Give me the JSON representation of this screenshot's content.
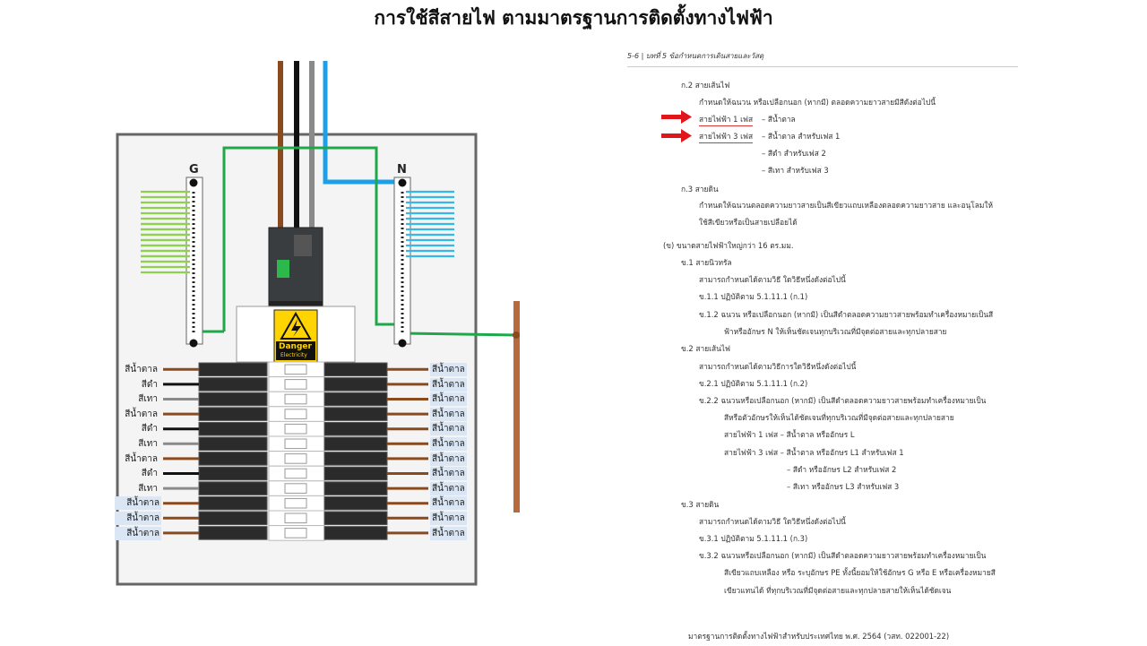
{
  "title": "การใช้สีสายไฟ ตามมาตรฐานการติดตั้งทางไฟฟ้า",
  "diagram": {
    "ground_bar_label": "G",
    "neutral_bar_label": "N",
    "warning_sign": {
      "top": "Danger",
      "bottom": "Electricity"
    },
    "left_wire_labels": [
      "สีน้ำตาล",
      "สีดำ",
      "สีเทา",
      "สีน้ำตาล",
      "สีดำ",
      "สีเทา",
      "สีน้ำตาล",
      "สีดำ",
      "สีเทา",
      "สีน้ำตาล",
      "สีน้ำตาล",
      "สีน้ำตาล"
    ],
    "right_wire_labels": [
      "สีน้ำตาล",
      "สีน้ำตาล",
      "สีน้ำตาล",
      "สีน้ำตาล",
      "สีน้ำตาล",
      "สีน้ำตาล",
      "สีน้ำตาล",
      "สีน้ำตาล",
      "สีน้ำตาล",
      "สีน้ำตาล",
      "สีน้ำตาล",
      "สีน้ำตาล"
    ],
    "colors": {
      "brown": "#8a4a1e",
      "black": "#111111",
      "grey": "#8a8a8a",
      "blue": "#1da0e8",
      "green": "#1ea84a",
      "light_green": "#8fd14f",
      "light_blue": "#35b7ea",
      "red_arrow": "#e0161b"
    }
  },
  "doc": {
    "header": "5-6 | บทที่ 5 ข้อกำหนดการเดินสายและวัสดุ",
    "lines": [
      "ก.2  สายเส้นไฟ",
      "กำหนดให้ฉนวน หรือเปลือกนอก (หากมี) ตลอดความยาวสายมีสีดังต่อไปนี้",
      "สายไฟฟ้า 1 เฟส",
      "– สีน้ำตาล",
      "สายไฟฟ้า 3 เฟส",
      "– สีน้ำตาล   สำหรับเฟส 1",
      "– สีดำ        สำหรับเฟส 2",
      "– สีเทา       สำหรับเฟส 3",
      "ก.3  สายดิน",
      "กำหนดให้ฉนวนตลอดความยาวสายเป็นสีเขียวแถบเหลืองตลอดความยาวสาย และอนุโลมให้",
      "ใช้สีเขียวหรือเป็นสายเปลือยได้",
      "(ข)  ขนาดสายไฟฟ้าใหญ่กว่า 16 ตร.มม.",
      "ข.1  สายนิวทรัล",
      "สามารถกำหนดได้ตามวิธี ใดวิธีหนึ่งดังต่อไปนี้",
      "ข.1.1  ปฏิบัติตาม 5.1.11.1 (ก.1)",
      "ข.1.2  ฉนวน หรือเปลือกนอก (หากมี) เป็นสีดำตลอดความยาวสายพร้อมทำเครื่องหมายเป็นสี",
      "ฟ้าหรืออักษร N ให้เห็นชัดเจนทุกบริเวณที่มีจุดต่อสายและทุกปลายสาย",
      "ข.2  สายเส้นไฟ",
      "สามารถกำหนดได้ตามวิธีการใดวิธีหนึ่งดังต่อไปนี้",
      "ข.2.1  ปฏิบัติตาม 5.1.11.1 (ก.2)",
      "ข.2.2  ฉนวนหรือเปลือกนอก (หากมี) เป็นสีดำตลอดความยาวสายพร้อมทำเครื่องหมายเป็น",
      "สีหรือตัวอักษรให้เห็นได้ชัดเจนที่ทุกบริเวณที่มีจุดต่อสายและทุกปลายสาย",
      "สายไฟฟ้า 1 เฟส   – สีน้ำตาล      หรืออักษร L",
      "สายไฟฟ้า 3 เฟส   – สีน้ำตาล      หรืออักษร L1 สำหรับเฟส 1",
      "– สีดำ           หรืออักษร L2 สำหรับเฟส 2",
      "– สีเทา          หรืออักษร L3 สำหรับเฟส 3",
      "ข.3  สายดิน",
      "สามารถกำหนดได้ตามวิธี ใดวิธีหนึ่งดังต่อไปนี้",
      "ข.3.1  ปฏิบัติตาม 5.1.11.1 (ก.3)",
      "ข.3.2  ฉนวนหรือเปลือกนอก (หากมี) เป็นสีดำตลอดความยาวสายพร้อมทำเครื่องหมายเป็น",
      "สีเขียวแถบเหลือง หรือ ระบุอักษร PE ทั้งนี้ยอมให้ใช้อักษร G หรือ E หรือเครื่องหมายสี",
      "เขียวแทนได้ ที่ทุกบริเวณที่มีจุดต่อสายและทุกปลายสายให้เห็นได้ชัดเจน"
    ],
    "footer": "มาตรฐานการติดตั้งทางไฟฟ้าสำหรับประเทศไทย พ.ศ. 2564 (วสท. 022001-22)"
  }
}
